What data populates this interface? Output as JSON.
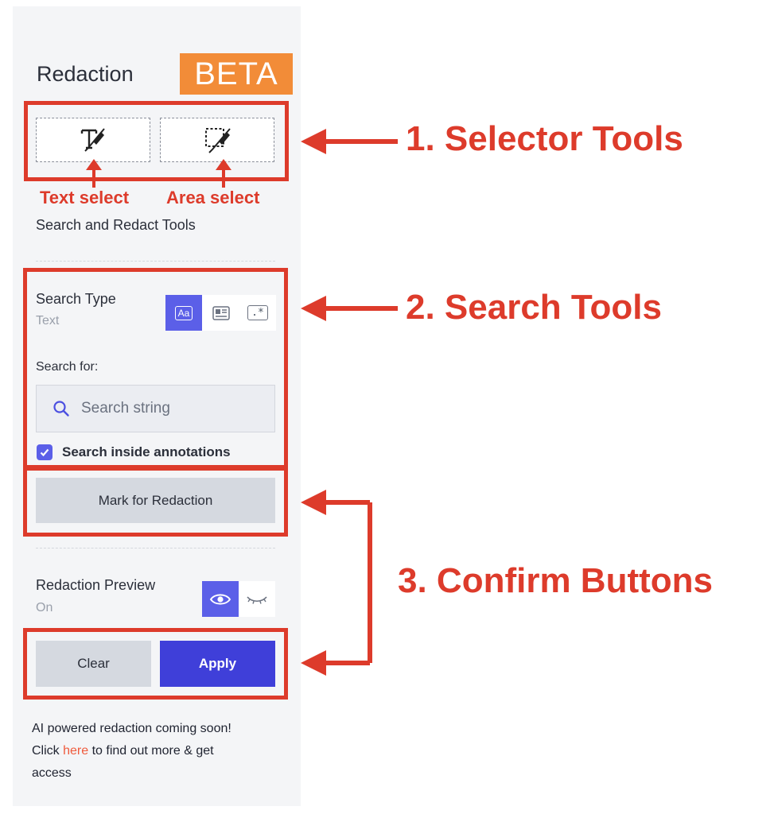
{
  "panel": {
    "title": "Redaction",
    "badge": "BETA",
    "section_heading": "Search and Redact Tools",
    "search_type": {
      "label": "Search Type",
      "value": "Text",
      "options": [
        "Aa",
        "",
        ".*"
      ]
    },
    "search_for_label": "Search for:",
    "search_placeholder": "Search string",
    "search_inside_annotations": "Search inside annotations",
    "mark_button": "Mark for Redaction",
    "preview": {
      "label": "Redaction Preview",
      "value": "On"
    },
    "clear_button": "Clear",
    "apply_button": "Apply",
    "footer": {
      "line1": "AI powered redaction coming soon!",
      "line2_pre": "Click ",
      "link": "here",
      "line2_post": " to find out more & get",
      "line3": "access"
    }
  },
  "annotations": {
    "text_select": "Text select",
    "area_select": "Area select",
    "selector_tools": "1. Selector Tools",
    "search_tools": "2. Search Tools",
    "confirm_buttons": "3. Confirm Buttons"
  },
  "colors": {
    "accent": "#5b5fe8",
    "apply": "#3f3fd9",
    "beta": "#f28c38",
    "annotation_red": "#dd3b2b",
    "link": "#ef5a3c"
  }
}
